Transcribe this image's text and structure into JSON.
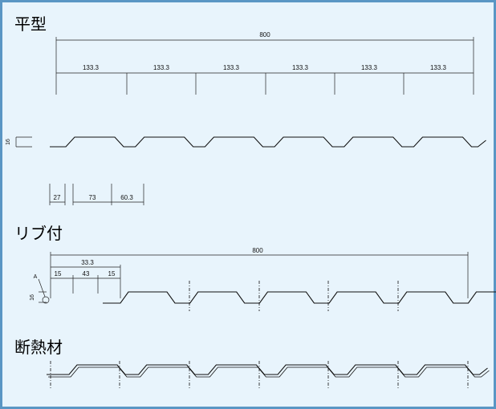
{
  "sections": {
    "flat": {
      "title": "平型",
      "total_width": "800",
      "pitch": "133.3",
      "height": "16",
      "dims": [
        "27",
        "73",
        "60.3"
      ]
    },
    "rib": {
      "title": "リブ付",
      "total_width": "800",
      "pitch": "33.3",
      "dims": [
        "15",
        "43",
        "15"
      ],
      "height": "16",
      "point": "A"
    },
    "insulated": {
      "title": "断熱材"
    }
  },
  "colors": {
    "background": "#e8f4fc",
    "border": "#5a96c4",
    "line": "#111111"
  }
}
